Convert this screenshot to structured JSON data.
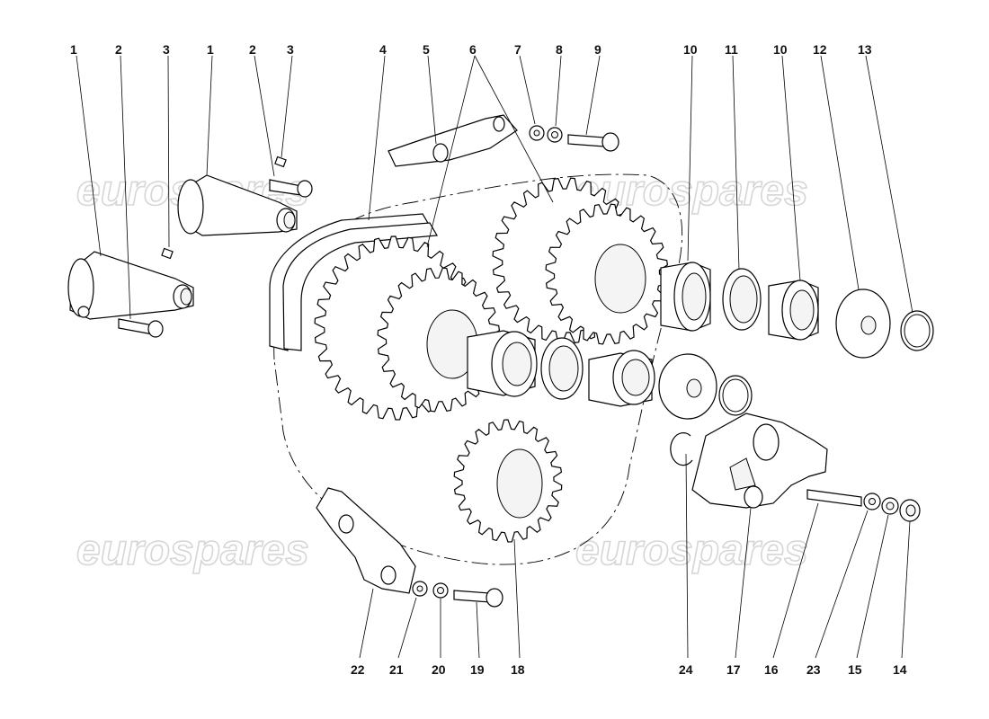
{
  "watermark": "eurospares",
  "callouts": [
    {
      "id": "c1a",
      "label": "1"
    },
    {
      "id": "c2a",
      "label": "2"
    },
    {
      "id": "c3a",
      "label": "3"
    },
    {
      "id": "c1b",
      "label": "1"
    },
    {
      "id": "c2b",
      "label": "2"
    },
    {
      "id": "c3b",
      "label": "3"
    },
    {
      "id": "c4",
      "label": "4"
    },
    {
      "id": "c5",
      "label": "5"
    },
    {
      "id": "c6",
      "label": "6"
    },
    {
      "id": "c7",
      "label": "7"
    },
    {
      "id": "c8",
      "label": "8"
    },
    {
      "id": "c9",
      "label": "9"
    },
    {
      "id": "c10a",
      "label": "10"
    },
    {
      "id": "c11",
      "label": "11"
    },
    {
      "id": "c10b",
      "label": "10"
    },
    {
      "id": "c12",
      "label": "12"
    },
    {
      "id": "c13",
      "label": "13"
    },
    {
      "id": "c22",
      "label": "22"
    },
    {
      "id": "c21",
      "label": "21"
    },
    {
      "id": "c20",
      "label": "20"
    },
    {
      "id": "c19",
      "label": "19"
    },
    {
      "id": "c18",
      "label": "18"
    },
    {
      "id": "c24",
      "label": "24"
    },
    {
      "id": "c17",
      "label": "17"
    },
    {
      "id": "c16",
      "label": "16"
    },
    {
      "id": "c23",
      "label": "23"
    },
    {
      "id": "c15",
      "label": "15"
    },
    {
      "id": "c14",
      "label": "14"
    }
  ]
}
